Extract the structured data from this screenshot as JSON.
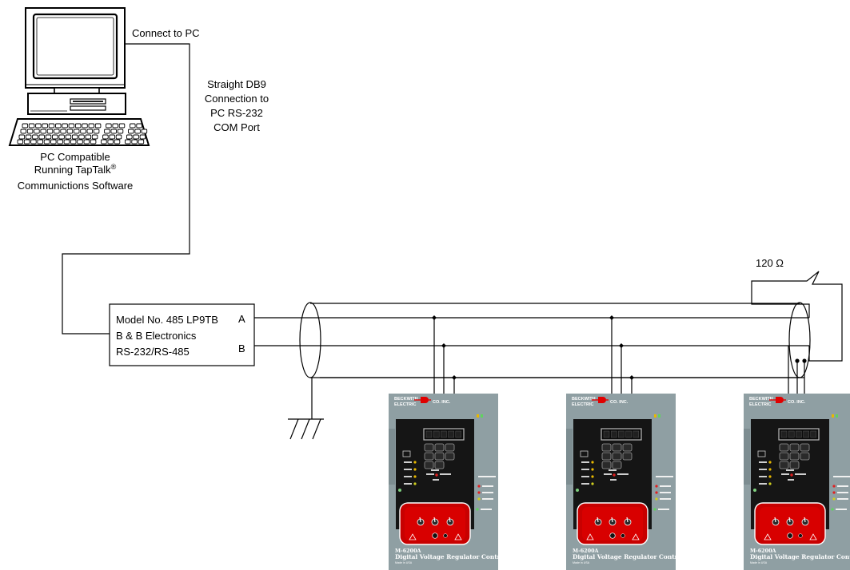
{
  "pc": {
    "connect_label": "Connect to PC",
    "cable_label": [
      "Straight DB9",
      "Connection to",
      "PC RS-232",
      "COM Port"
    ],
    "caption_lines": [
      "PC Compatible",
      "Running TapTalk",
      "Communictions Software"
    ],
    "registered_mark": "®"
  },
  "converter": {
    "lines": [
      "Model No. 485 LP9TB",
      "B & B Electronics",
      "RS-232/RS-485"
    ],
    "terminal_a": "A",
    "terminal_b": "B"
  },
  "termination": {
    "resistor_label": "120 Ω"
  },
  "controls": [
    {
      "brand_top": "BECKWITH",
      "brand_bottom": "ELECTRIC",
      "brand_suffix": "CO. INC.",
      "model": "M-6200A",
      "title": "Digital Voltage Regulator Control",
      "made_in": "Made in USA"
    },
    {
      "brand_top": "BECKWITH",
      "brand_bottom": "ELECTRIC",
      "brand_suffix": "CO. INC.",
      "model": "M-6200A",
      "title": "Digital Voltage Regulator Control",
      "made_in": "Made in USA"
    },
    {
      "brand_top": "BECKWITH",
      "brand_bottom": "ELECTRIC",
      "brand_suffix": "CO. INC.",
      "model": "M-6200A",
      "title": "Digital Voltage Regulator Control",
      "made_in": "Made in USA"
    }
  ],
  "colors": {
    "panel_gray": "#8f9fa3",
    "panel_black": "#151515",
    "panel_red": "#c80000",
    "logo_red": "#e00000",
    "led_green": "#5fd35f",
    "led_amber": "#e8b800"
  }
}
